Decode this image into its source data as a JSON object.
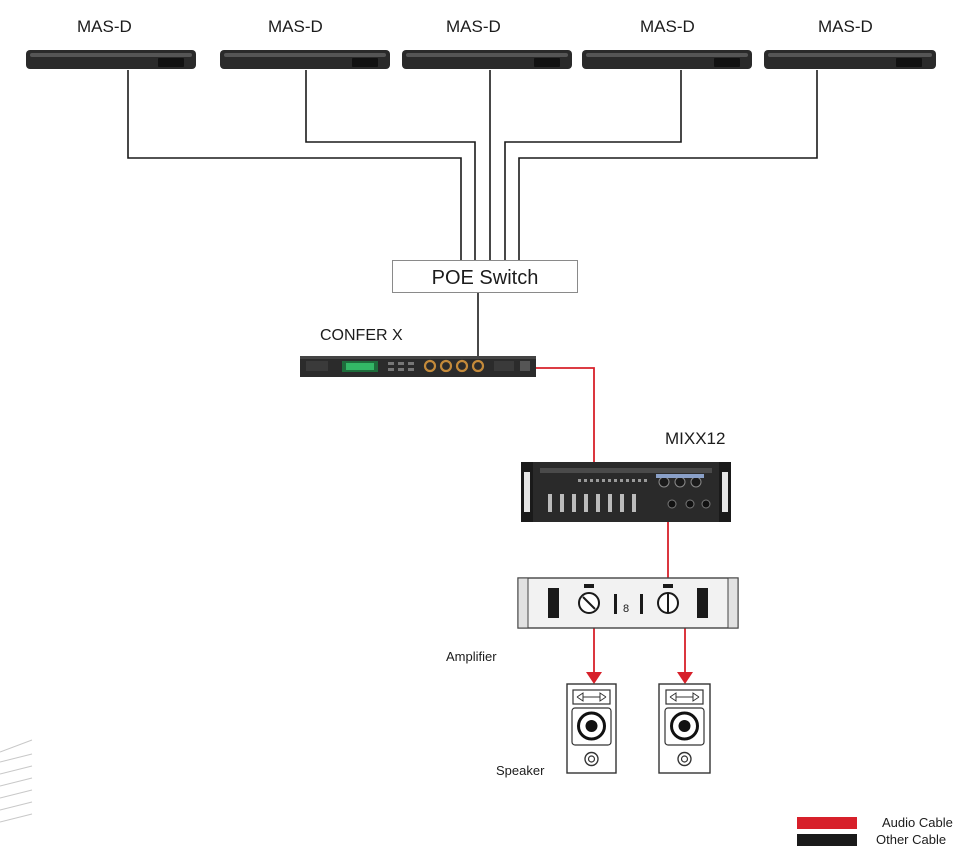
{
  "diagram": {
    "microphones": [
      {
        "label": "MAS-D"
      },
      {
        "label": "MAS-D"
      },
      {
        "label": "MAS-D"
      },
      {
        "label": "MAS-D"
      },
      {
        "label": "MAS-D"
      }
    ],
    "poe_switch": {
      "label": "POE Switch"
    },
    "confer": {
      "label": "CONFER X"
    },
    "mixer": {
      "label": "MIXX12"
    },
    "amplifier": {
      "label": "Amplifier",
      "panel_mark": "8"
    },
    "speaker": {
      "label": "Speaker"
    }
  },
  "legend": {
    "audio": {
      "label": "Audio Cable",
      "color": "#d7202a"
    },
    "other": {
      "label": "Other Cable",
      "color": "#1a1a1a"
    }
  },
  "colors": {
    "audio_cable": "#d7202a",
    "other_cable": "#1a1a1a",
    "device_dark": "#2a2a2a",
    "device_light": "#f2f2f2"
  }
}
